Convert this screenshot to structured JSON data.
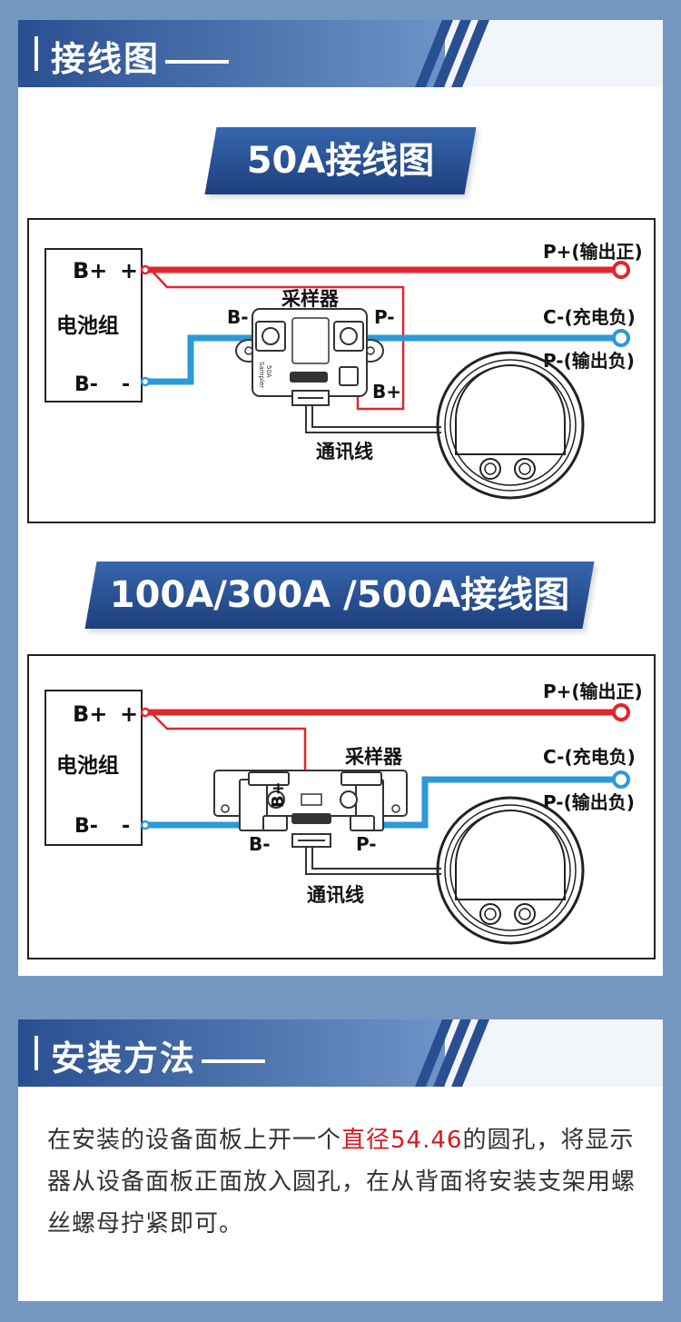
{
  "section1": {
    "title": "接线图"
  },
  "diagram50": {
    "banner": "50A接线图",
    "battery_label": "电池组",
    "bplus": "B+",
    "bplus_sign": "+",
    "bminus": "B-",
    "bminus_sign": "-",
    "sampler": "采样器",
    "term_bminus": "B-",
    "term_pminus": "P-",
    "term_bplus": "B+",
    "out_pplus": "P+(输出正)",
    "out_cminus": "C-(充电负)",
    "out_pminus": "P-(输出负)",
    "comm_line": "通讯线",
    "device_print_1": "50A",
    "device_print_2": "Sampler"
  },
  "diagram100": {
    "banner": "100A/300A /500A接线图",
    "battery_label": "电池组",
    "bplus": "B+",
    "bplus_sign": "+",
    "bminus": "B-",
    "bminus_sign": "-",
    "sampler": "采样器",
    "term_bminus": "B-",
    "term_pminus": "P-",
    "term_bplus": "B+",
    "out_pplus": "P+(输出正)",
    "out_cminus": "C-(充电负)",
    "out_pminus": "P-(输出负)",
    "comm_line": "通讯线"
  },
  "section2": {
    "title": "安装方法"
  },
  "install": {
    "text_before": "在安装的设备面板上开一个",
    "highlight": "直径54.46",
    "text_after": "的圆孔，将显示器从设备面板正面放入圆孔，在从背面将安装支架用螺丝螺母拧紧即可。"
  },
  "colors": {
    "positive_wire": "#e3262b",
    "negative_wire": "#2b9ad8",
    "highlight": "#d7191c",
    "brand_blue": "#294f91"
  }
}
